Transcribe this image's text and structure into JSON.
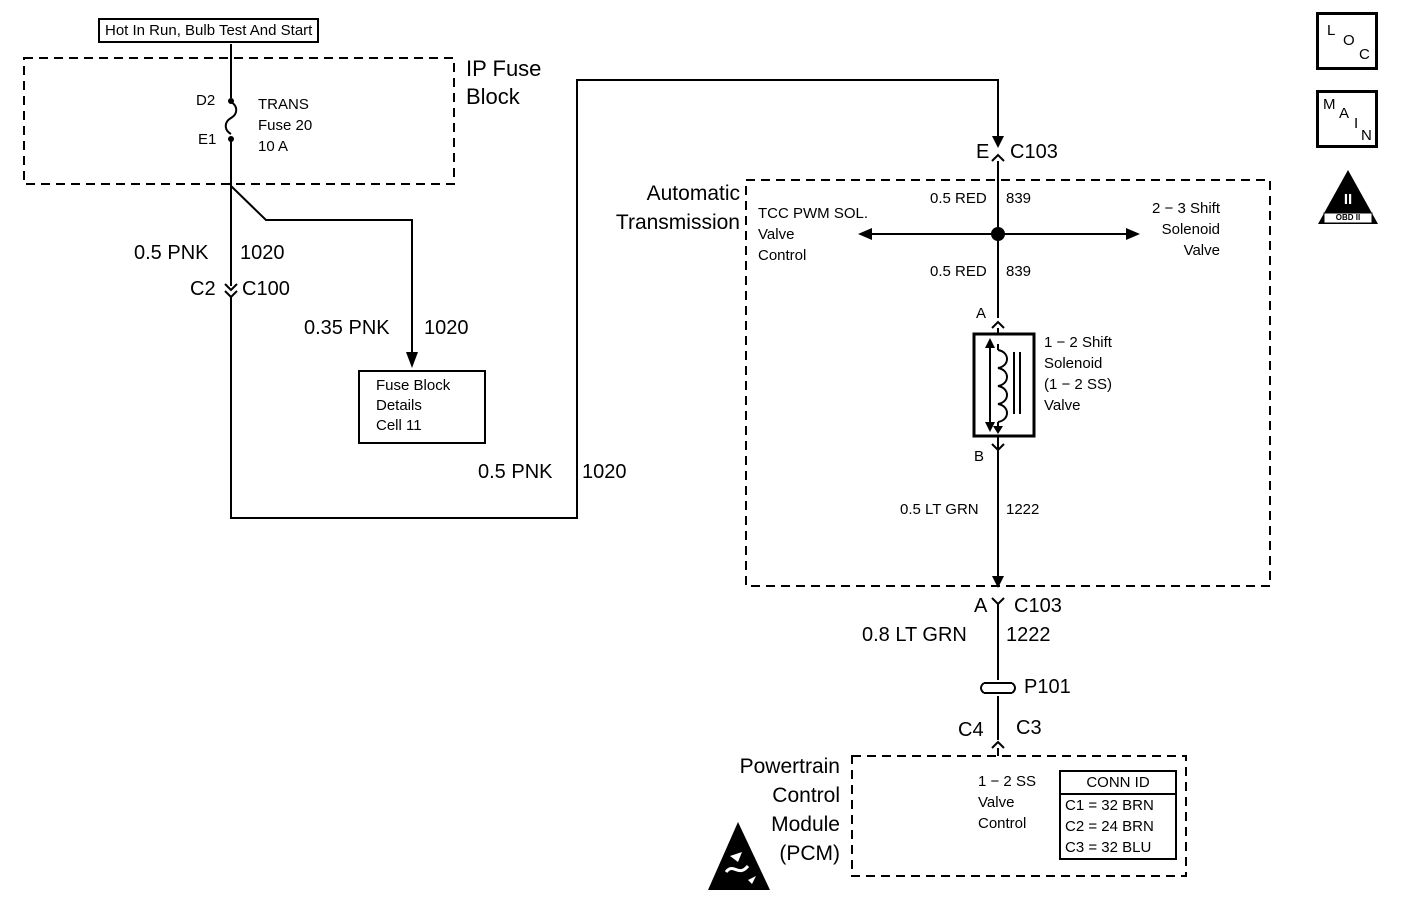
{
  "power_source": {
    "label": "Hot In Run, Bulb Test And Start"
  },
  "ip_fuse_block": {
    "name_line1": "IP Fuse",
    "name_line2": "Block",
    "term_top": "D2",
    "term_bottom": "E1",
    "fuse_line1": "TRANS",
    "fuse_line2": "Fuse 20",
    "fuse_line3": "10 A"
  },
  "wires": {
    "w1": "0.5 PNK",
    "w1_circuit": "1020",
    "w2": "0.35 PNK",
    "w2_circuit": "1020",
    "w3": "0.5 PNK",
    "w3_circuit": "1020",
    "w4": "0.5 RED",
    "w4_circuit": "839",
    "w5": "0.5 RED",
    "w5_circuit": "839",
    "w6": "0.5 LT GRN",
    "w6_circuit": "1222",
    "w7": "0.8 LT GRN",
    "w7_circuit": "1222"
  },
  "connectors": {
    "c100_left": "C2",
    "c100_right": "C100",
    "c103_top_pin": "E",
    "c103_top_name": "C103",
    "c103_bottom_pin": "A",
    "c103_bottom_name": "C103",
    "p101": "P101",
    "pcm_left": "C4",
    "pcm_right": "C3"
  },
  "fuse_block_details": {
    "line1": "Fuse Block",
    "line2": "Details",
    "line3": "Cell 11"
  },
  "automatic_transmission": {
    "name_line1": "Automatic",
    "name_line2": "Transmission",
    "tcc_line1": "TCC PWM SOL.",
    "tcc_line2": "Valve",
    "tcc_line3": "Control",
    "shift23_line1": "2 − 3 Shift",
    "shift23_line2": "Solenoid",
    "shift23_line3": "Valve",
    "sol_pin_a": "A",
    "sol_pin_b": "B",
    "shift12_line1": "1 − 2 Shift",
    "shift12_line2": "Solenoid",
    "shift12_line3": "(1 − 2 SS)",
    "shift12_line4": "Valve"
  },
  "pcm": {
    "name_line1": "Powertrain",
    "name_line2": "Control",
    "name_line3": "Module",
    "name_line4": "(PCM)",
    "func_line1": "1 − 2 SS",
    "func_line2": "Valve",
    "func_line3": "Control"
  },
  "conn_id": {
    "header": "CONN ID",
    "rows": [
      "C1  =  32 BRN",
      "C2  =  24 BRN",
      "C3  =  32 BLU"
    ]
  },
  "badges": {
    "loc": [
      "L",
      "O",
      "C"
    ],
    "main": [
      "M",
      "A",
      "I",
      "N"
    ],
    "obd_numeral": "II",
    "obd_text": "OBD II"
  }
}
